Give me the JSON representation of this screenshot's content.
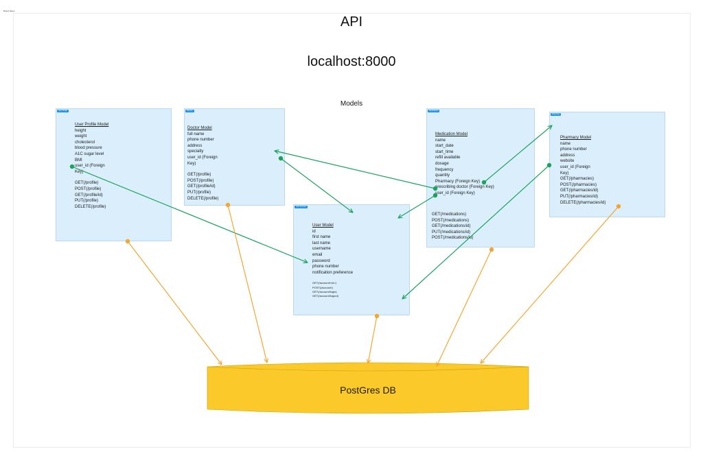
{
  "board_label": "Board Name",
  "titles": {
    "api": "API",
    "host": "localhost:8000",
    "models": "Models"
  },
  "cards": {
    "user_profile": {
      "tag": "User Profile",
      "heading": "User Profile Model",
      "fields": [
        "height",
        "weight",
        "cholesterol",
        "blood pressure",
        "A1C sugar level",
        "BMI",
        "user_id (Foreign",
        "Key)"
      ],
      "endpoints": [
        "GET(/profile)",
        "POST(/profile)",
        "GET(/profile/id)",
        "PUT(/profile)",
        "DELETE(/profile)"
      ]
    },
    "doctor": {
      "tag": "Doctors",
      "heading": "Doctor Model",
      "fields": [
        "full name",
        "phone number",
        "address",
        "specialty",
        "user_id (Foreign",
        "Key)"
      ],
      "endpoints": [
        "GET(/profile)",
        "POST(/profile)",
        "GET(/profile/id)",
        "PUT(/profile)",
        "DELETE(/profile)"
      ]
    },
    "user": {
      "tag": "User Account",
      "heading": "User Model",
      "fields": [
        "id",
        "first name",
        "last name",
        "username",
        "email",
        "password",
        "phone number",
        "notification preference"
      ],
      "endpoints": [
        "GET(/account/<id>)",
        "POST(/account/)",
        "GET(/account/login)",
        "GET(/account/logout)"
      ]
    },
    "medication": {
      "tag": "Medications",
      "heading": "Medication Model",
      "fields": [
        "name",
        "start_date",
        "start_time",
        "refill available",
        "dosage",
        "frequency",
        "quantity",
        "Pharmacy (Foreign Key)",
        "prescribing doctor (Foreign Key)",
        "user_id (Foreign Key)"
      ],
      "endpoints": [
        "GET(/medications)",
        "POST(/medications)",
        "GET(/medications/id)",
        "PUT(/medications/id)",
        "POST(/medications/id)"
      ]
    },
    "pharmacy": {
      "tag": "Pharmacy",
      "heading": "Pharmacy Model",
      "fields": [
        "name",
        "phone number",
        "address",
        "website",
        "user_id (Foreign",
        "Key)"
      ],
      "endpoints": [
        "GET(/pharmacies)",
        "POST(/pharmacies)",
        "GET(/pharmacies/id)",
        "PUT(/pharmacies/id)",
        "DELETE(/pharmacies/id)"
      ]
    }
  },
  "database": {
    "label": "PostGres DB"
  },
  "colors": {
    "card_fill": "#daeefb",
    "card_tag": "#1f93e8",
    "relation_arrow": "#1aa35c",
    "db_arrow": "#f5a531",
    "db_fill": "#fcc92b"
  }
}
